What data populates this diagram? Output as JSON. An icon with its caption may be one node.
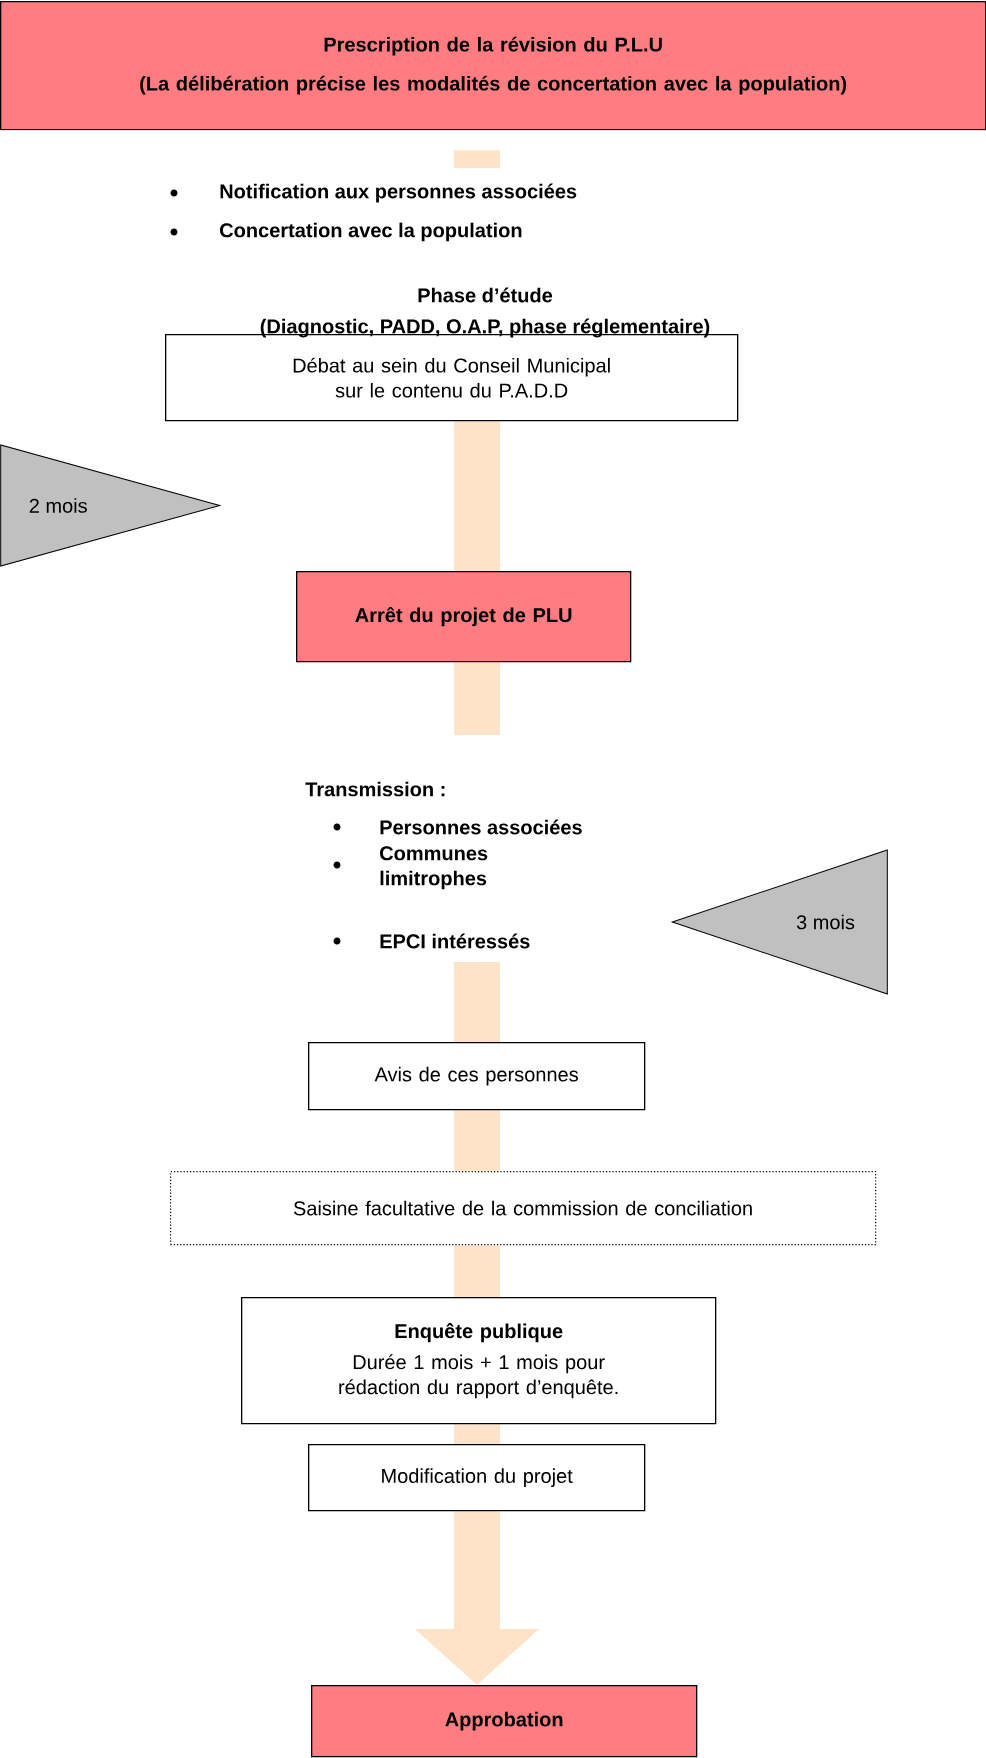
{
  "diagram": {
    "nodes": [
      {
        "text": [
          "Prescription de la révision du P.L.U",
          "(La délibération précise les modalités de concertation avec la population)"
        ]
      },
      {
        "text": [
          "Débat au sein du Conseil Municipal sur le contenu du P.A.D.D"
        ]
      },
      {
        "text": [
          "2 mois"
        ]
      },
      {
        "text": [
          "Arrêt du projet de PLU"
        ]
      },
      {
        "text": [
          "3 mois"
        ]
      },
      {
        "text": [
          "Avis de ces personnes"
        ]
      },
      {
        "text": [
          "Saisine facultative de la commission de conciliation"
        ]
      },
      {
        "text": [
          "Enquête publique",
          "Durée 1 mois + 1 mois pour rédaction du rapport d’enquête."
        ]
      },
      {
        "text": [
          "Modification du projet"
        ]
      },
      {
        "text": [
          "Approbation"
        ]
      }
    ],
    "edges": [
      {
        "from": 0,
        "to": 1,
        "arrow": "none"
      },
      {
        "from": 1,
        "to": 3,
        "arrow": "none"
      },
      {
        "from": 3,
        "to": 5,
        "arrow": "none"
      },
      {
        "from": 5,
        "to": 6,
        "arrow": "none"
      },
      {
        "from": 6,
        "to": 7,
        "arrow": "none"
      },
      {
        "from": 7,
        "to": 8,
        "arrow": "none"
      },
      {
        "from": 8,
        "to": 9,
        "arrow": "to"
      }
    ],
    "labels": [
      "Notification aux personnes associées",
      "Concertation avec la population",
      "Phase d’étude",
      "(Diagnostic, PADD, O.A.P, phase réglementaire)",
      "Transmission :",
      "Personnes associées",
      "Communes limitrophes",
      "EPCI intéressés"
    ]
  }
}
